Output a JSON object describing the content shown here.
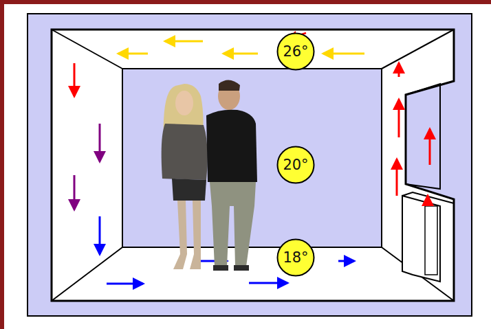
{
  "diagram": {
    "nodes": [
      {
        "text": [
          "26°"
        ]
      },
      {
        "text": [
          "20°"
        ]
      },
      {
        "text": [
          "18°"
        ]
      }
    ]
  }
}
